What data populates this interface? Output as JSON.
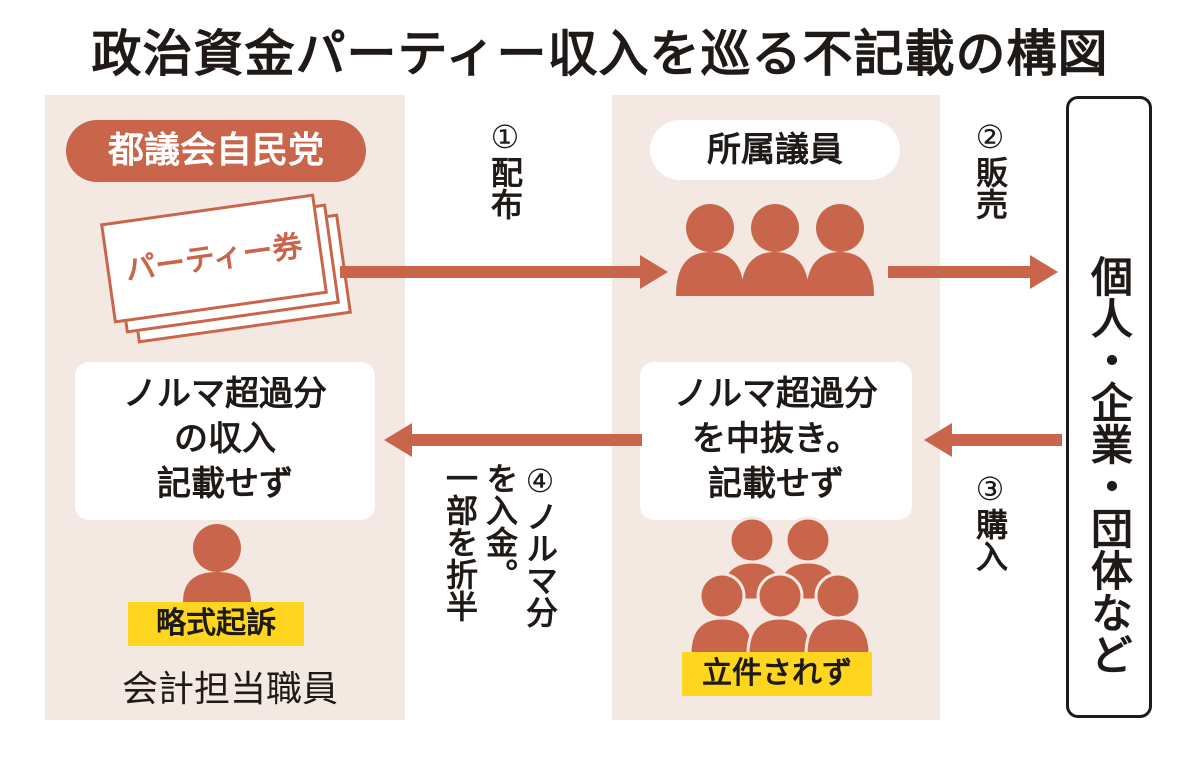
{
  "title": "政治資金パーティー収入を巡る不記載の構図",
  "left": {
    "header": "都議会自民党",
    "ticket": "パーティー券",
    "box_lines": [
      "ノルマ超過分",
      "の収入",
      "記載せず"
    ],
    "badge": "略式起訴",
    "role": "会計担当職員"
  },
  "middle": {
    "header": "所属議員",
    "box_lines": [
      "ノルマ超過分",
      "を中抜き。",
      "記載せず"
    ],
    "badge": "立件されず"
  },
  "right": {
    "label": "個人・企業・団体など"
  },
  "steps": {
    "s1_num": "①",
    "s1_text": "配布",
    "s2_num": "②",
    "s2_text": "販売",
    "s3_num": "③",
    "s3_text": "購入",
    "s4_num": "④",
    "s4_line1": "ノルマ分",
    "s4_line2": "を入金。",
    "s4_line3": "一部を折半"
  },
  "colors": {
    "accent": "#c9654a",
    "panel": "#f3e9e2",
    "highlight": "#ffd61f"
  }
}
